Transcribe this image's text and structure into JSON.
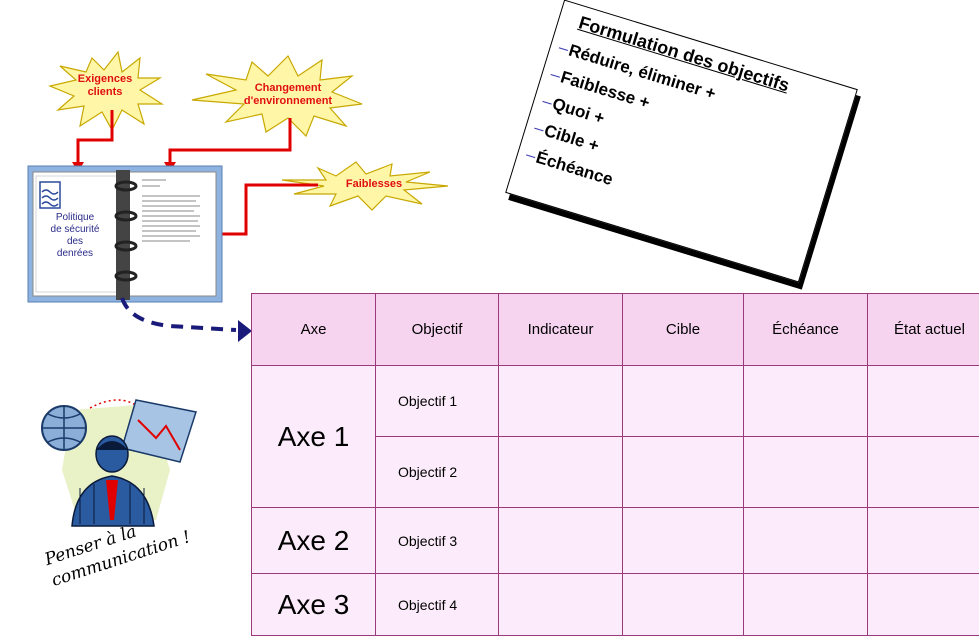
{
  "bursts": {
    "exigences": "Exigences clients",
    "changement": "Changement d'environnement",
    "faiblesses": "Faiblesses"
  },
  "binder": {
    "title": "Politique de sécurité des denrées"
  },
  "card": {
    "title": "Formulation des objectifs",
    "items": [
      "Réduire, éliminer +",
      "Faiblesse +",
      "Quoi +",
      "Cible +",
      "Échéance"
    ]
  },
  "table": {
    "headers": [
      "Axe",
      "Objectif",
      "Indicateur",
      "Cible",
      "Échéance",
      "État actuel"
    ],
    "axes": [
      "Axe 1",
      "Axe 2",
      "Axe 3"
    ],
    "objectives": [
      "Objectif 1",
      "Objectif 2",
      "Objectif 3",
      "Objectif 4"
    ]
  },
  "communication": "Penser à la communication !",
  "colors": {
    "arrow": "#e00000",
    "burst_fill": "#fff6a8",
    "table_header": "#f6d4f0",
    "table_cell": "#fcecfb",
    "table_border": "#9a3a7a",
    "dashed_arrow": "#1a1a7a"
  }
}
